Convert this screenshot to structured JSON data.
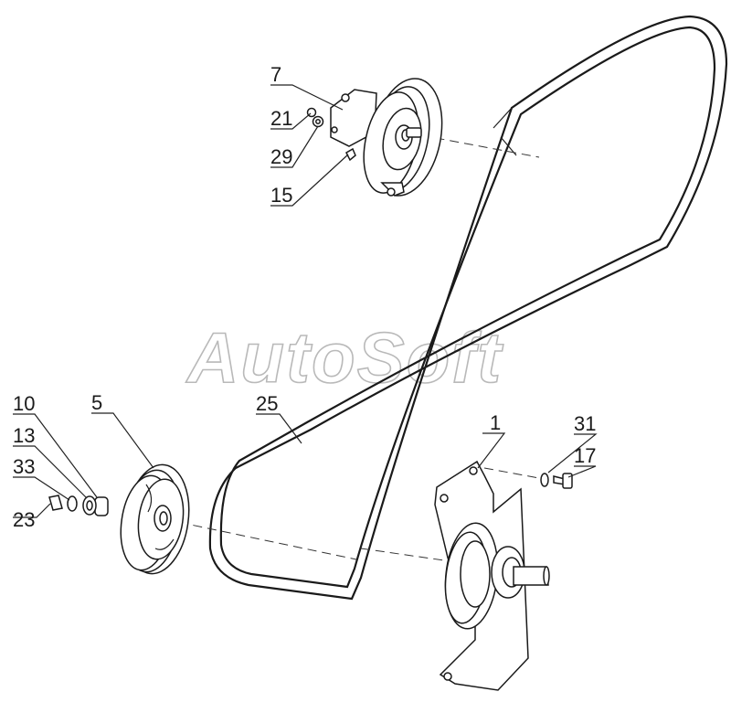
{
  "watermark": "AutoSoft",
  "callouts": {
    "c1": "1",
    "c5": "5",
    "c7": "7",
    "c10": "10",
    "c13": "13",
    "c15": "15",
    "c17": "17",
    "c21": "21",
    "c23": "23",
    "c25": "25",
    "c29": "29",
    "c31": "31",
    "c33": "33"
  }
}
